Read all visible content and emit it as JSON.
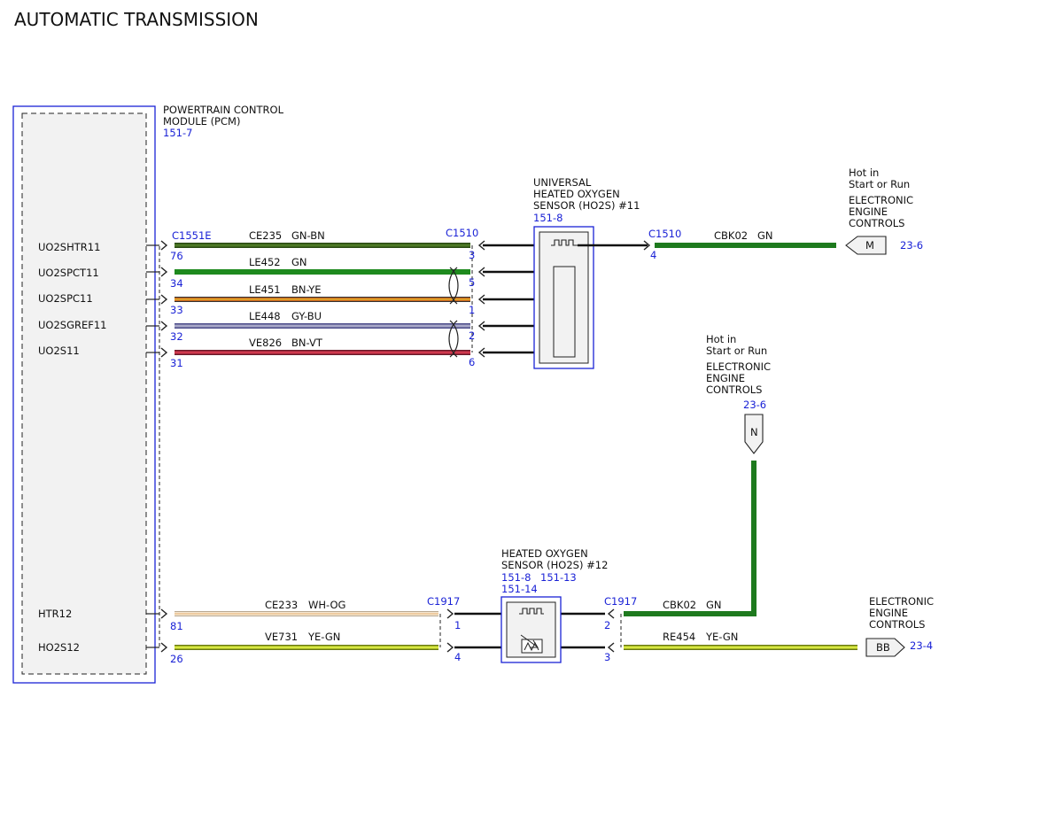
{
  "title": "AUTOMATIC TRANSMISSION",
  "pcm": {
    "name_line1": "POWERTRAIN CONTROL",
    "name_line2": "MODULE (PCM)",
    "ref": "151-7",
    "connector": "C1551E",
    "pins": [
      {
        "label": "UO2SHTR11",
        "pin": "76"
      },
      {
        "label": "UO2SPCT11",
        "pin": "34"
      },
      {
        "label": "UO2SPC11",
        "pin": "33"
      },
      {
        "label": "UO2SGREF11",
        "pin": "32"
      },
      {
        "label": "UO2S11",
        "pin": "31"
      },
      {
        "label": "HTR12",
        "pin": "81"
      },
      {
        "label": "HO2S12",
        "pin": "26"
      }
    ]
  },
  "sensor11": {
    "name_line1": "UNIVERSAL",
    "name_line2": "HEATED OXYGEN",
    "name_line3": "SENSOR (HO2S) #11",
    "ref": "151-8",
    "connector_left": "C1510",
    "connector_right": "C1510",
    "left_pins": [
      "3",
      "5",
      "1",
      "2",
      "6"
    ],
    "right_pin": "4"
  },
  "sensor12": {
    "name_line1": "HEATED OXYGEN",
    "name_line2": "SENSOR (HO2S) #12",
    "ref1": "151-8",
    "ref2": "151-13",
    "ref3": "151-14",
    "connector_left": "C1917",
    "connector_right": "C1917",
    "left_pins": [
      "1",
      "4"
    ],
    "right_pins": [
      "2",
      "3"
    ]
  },
  "wires": [
    {
      "circuit": "CE235",
      "color_code": "GN-BN",
      "stroke": "#4d7a26"
    },
    {
      "circuit": "LE452",
      "color_code": "GN",
      "stroke": "#1e8a1e"
    },
    {
      "circuit": "LE451",
      "color_code": "BN-YE",
      "stroke": "#c9641e"
    },
    {
      "circuit": "LE448",
      "color_code": "GY-BU",
      "stroke": "#8a8ab8"
    },
    {
      "circuit": "VE826",
      "color_code": "BN-VT",
      "stroke": "#c2344a"
    },
    {
      "circuit": "CE233",
      "color_code": "WH-OG",
      "stroke": "#f0dcc0"
    },
    {
      "circuit": "VE731",
      "color_code": "YE-GN",
      "stroke": "#c8d830"
    },
    {
      "circuit": "CBK02",
      "color_code": "GN",
      "stroke": "#1e7a1e"
    },
    {
      "circuit": "CBK02",
      "color_code": "GN",
      "stroke": "#1e7a1e"
    },
    {
      "circuit": "RE454",
      "color_code": "YE-GN",
      "stroke": "#c8d830"
    }
  ],
  "destinations": {
    "m": {
      "letter": "M",
      "ref": "23-6",
      "line1": "Hot in",
      "line2": "Start or Run",
      "line3": "ELECTRONIC",
      "line4": "ENGINE",
      "line5": "CONTROLS"
    },
    "n": {
      "letter": "N",
      "ref": "23-6",
      "line1": "Hot in",
      "line2": "Start or Run",
      "line3": "ELECTRONIC",
      "line4": "ENGINE",
      "line5": "CONTROLS"
    },
    "bb": {
      "letter": "BB",
      "ref": "23-4",
      "line1": "ELECTRONIC",
      "line2": "ENGINE",
      "line3": "CONTROLS"
    }
  },
  "colors": {
    "label_blue": "#1a22d6",
    "module_border": "#1a22d6",
    "module_fill": "#f2f2f2"
  }
}
